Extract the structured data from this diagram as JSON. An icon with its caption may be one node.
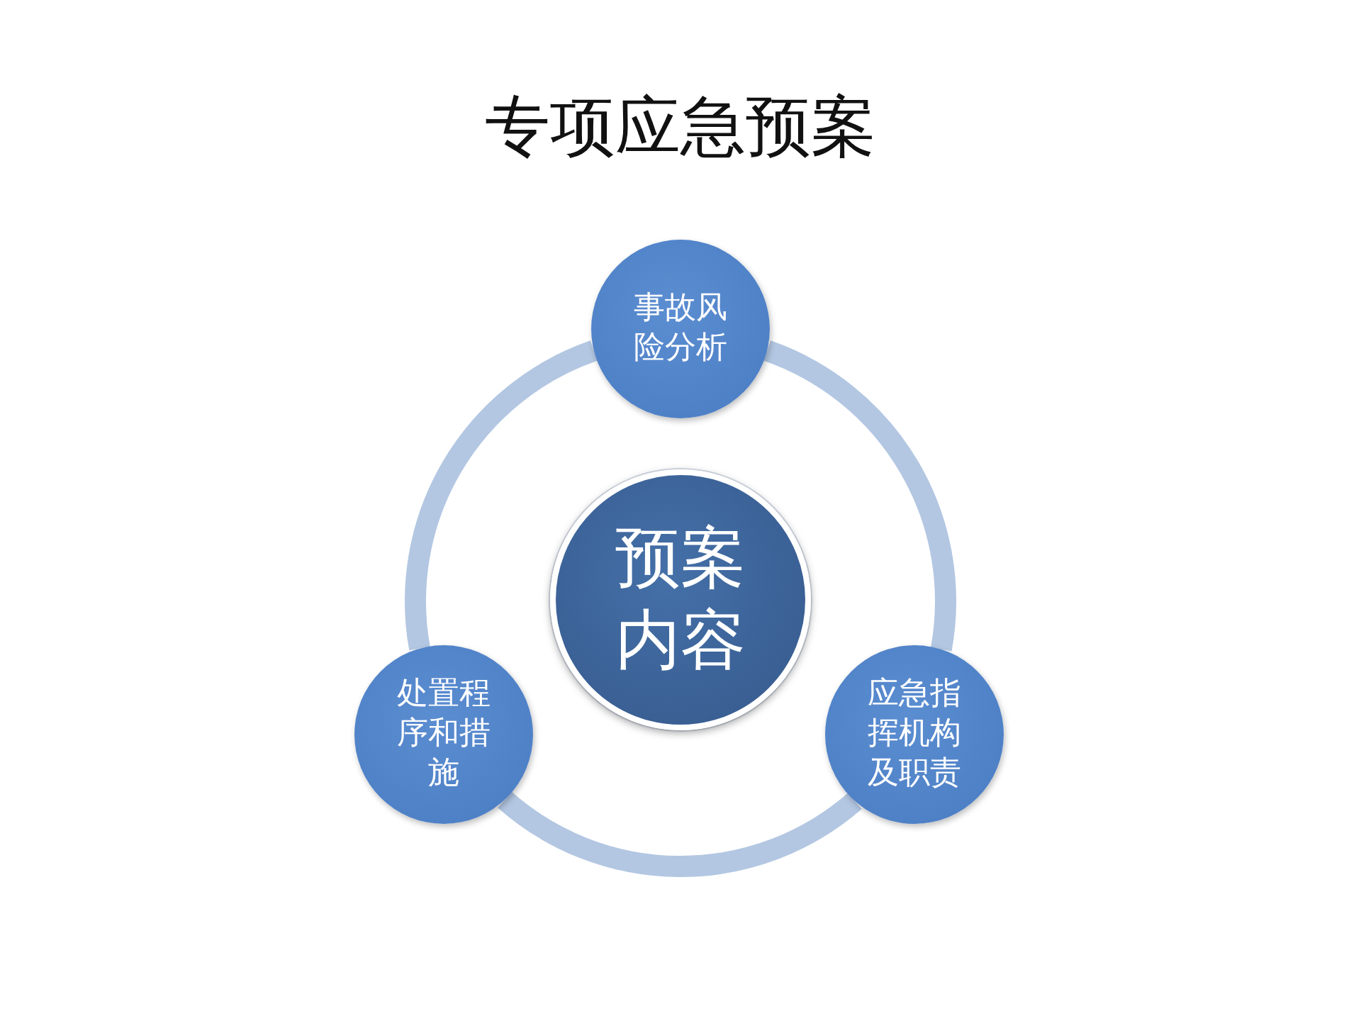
{
  "diagram": {
    "title": "专项应急预案",
    "nodes": [
      {
        "text": [
          "事故风险分析"
        ]
      },
      {
        "text": [
          "预案内容"
        ]
      },
      {
        "text": [
          "处置程序和措施"
        ]
      },
      {
        "text": [
          "应急指挥机构及职责"
        ]
      }
    ],
    "edges": [
      {
        "from": 0,
        "to": 3,
        "arrow": "none"
      },
      {
        "from": 3,
        "to": 2,
        "arrow": "none"
      },
      {
        "from": 2,
        "to": 0,
        "arrow": "none"
      }
    ]
  }
}
